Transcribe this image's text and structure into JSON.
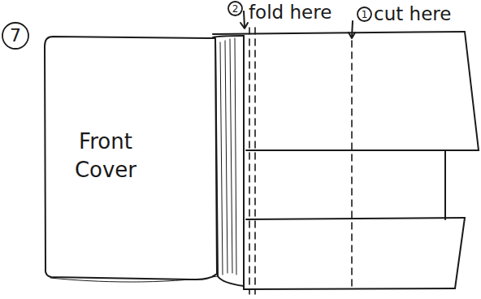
{
  "diagram": {
    "nodes": [
      {
        "text": [
          "2"
        ]
      },
      {
        "text": [
          "1"
        ]
      },
      {
        "text": [
          "7"
        ]
      },
      {
        "text": [
          "Front Cover"
        ]
      }
    ],
    "labels": [
      "fold here",
      "cut here"
    ]
  }
}
